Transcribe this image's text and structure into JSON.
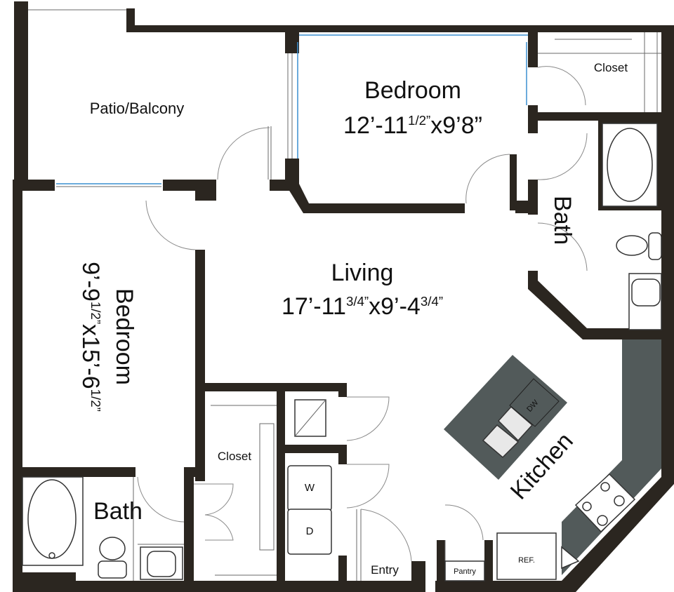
{
  "rooms": {
    "bedroom1": {
      "name": "Bedroom",
      "dim_a": "12’-11",
      "dim_a_sup": "1/2”",
      "dim_b": "x9’8”"
    },
    "bedroom2": {
      "name": "Bedroom",
      "dim_a": "9’-9",
      "dim_a_sup": "1/2”",
      "dim_b": "x15’-6",
      "dim_b_sup": "1/2”"
    },
    "living": {
      "name": "Living",
      "dim_a": "17’-11",
      "dim_a_sup": "3/4”",
      "dim_b": "x9’-4",
      "dim_b_sup": "3/4”"
    },
    "patio": {
      "name": "Patio/Balcony"
    },
    "closet_top": {
      "name": "Closet"
    },
    "closet_mid": {
      "name": "Closet"
    },
    "bath_right": {
      "name": "Bath"
    },
    "bath_left": {
      "name": "Bath"
    },
    "kitchen": {
      "name": "Kitchen"
    },
    "entry": {
      "name": "Entry"
    },
    "pantry": {
      "name": "Pantry"
    }
  },
  "appliances": {
    "washer": "W",
    "dryer": "D",
    "dishwasher": "DW",
    "refrigerator": "REF."
  },
  "colors": {
    "wall": "#2b2620",
    "counter": "#525a5a",
    "glass": "#3a8fd0"
  }
}
